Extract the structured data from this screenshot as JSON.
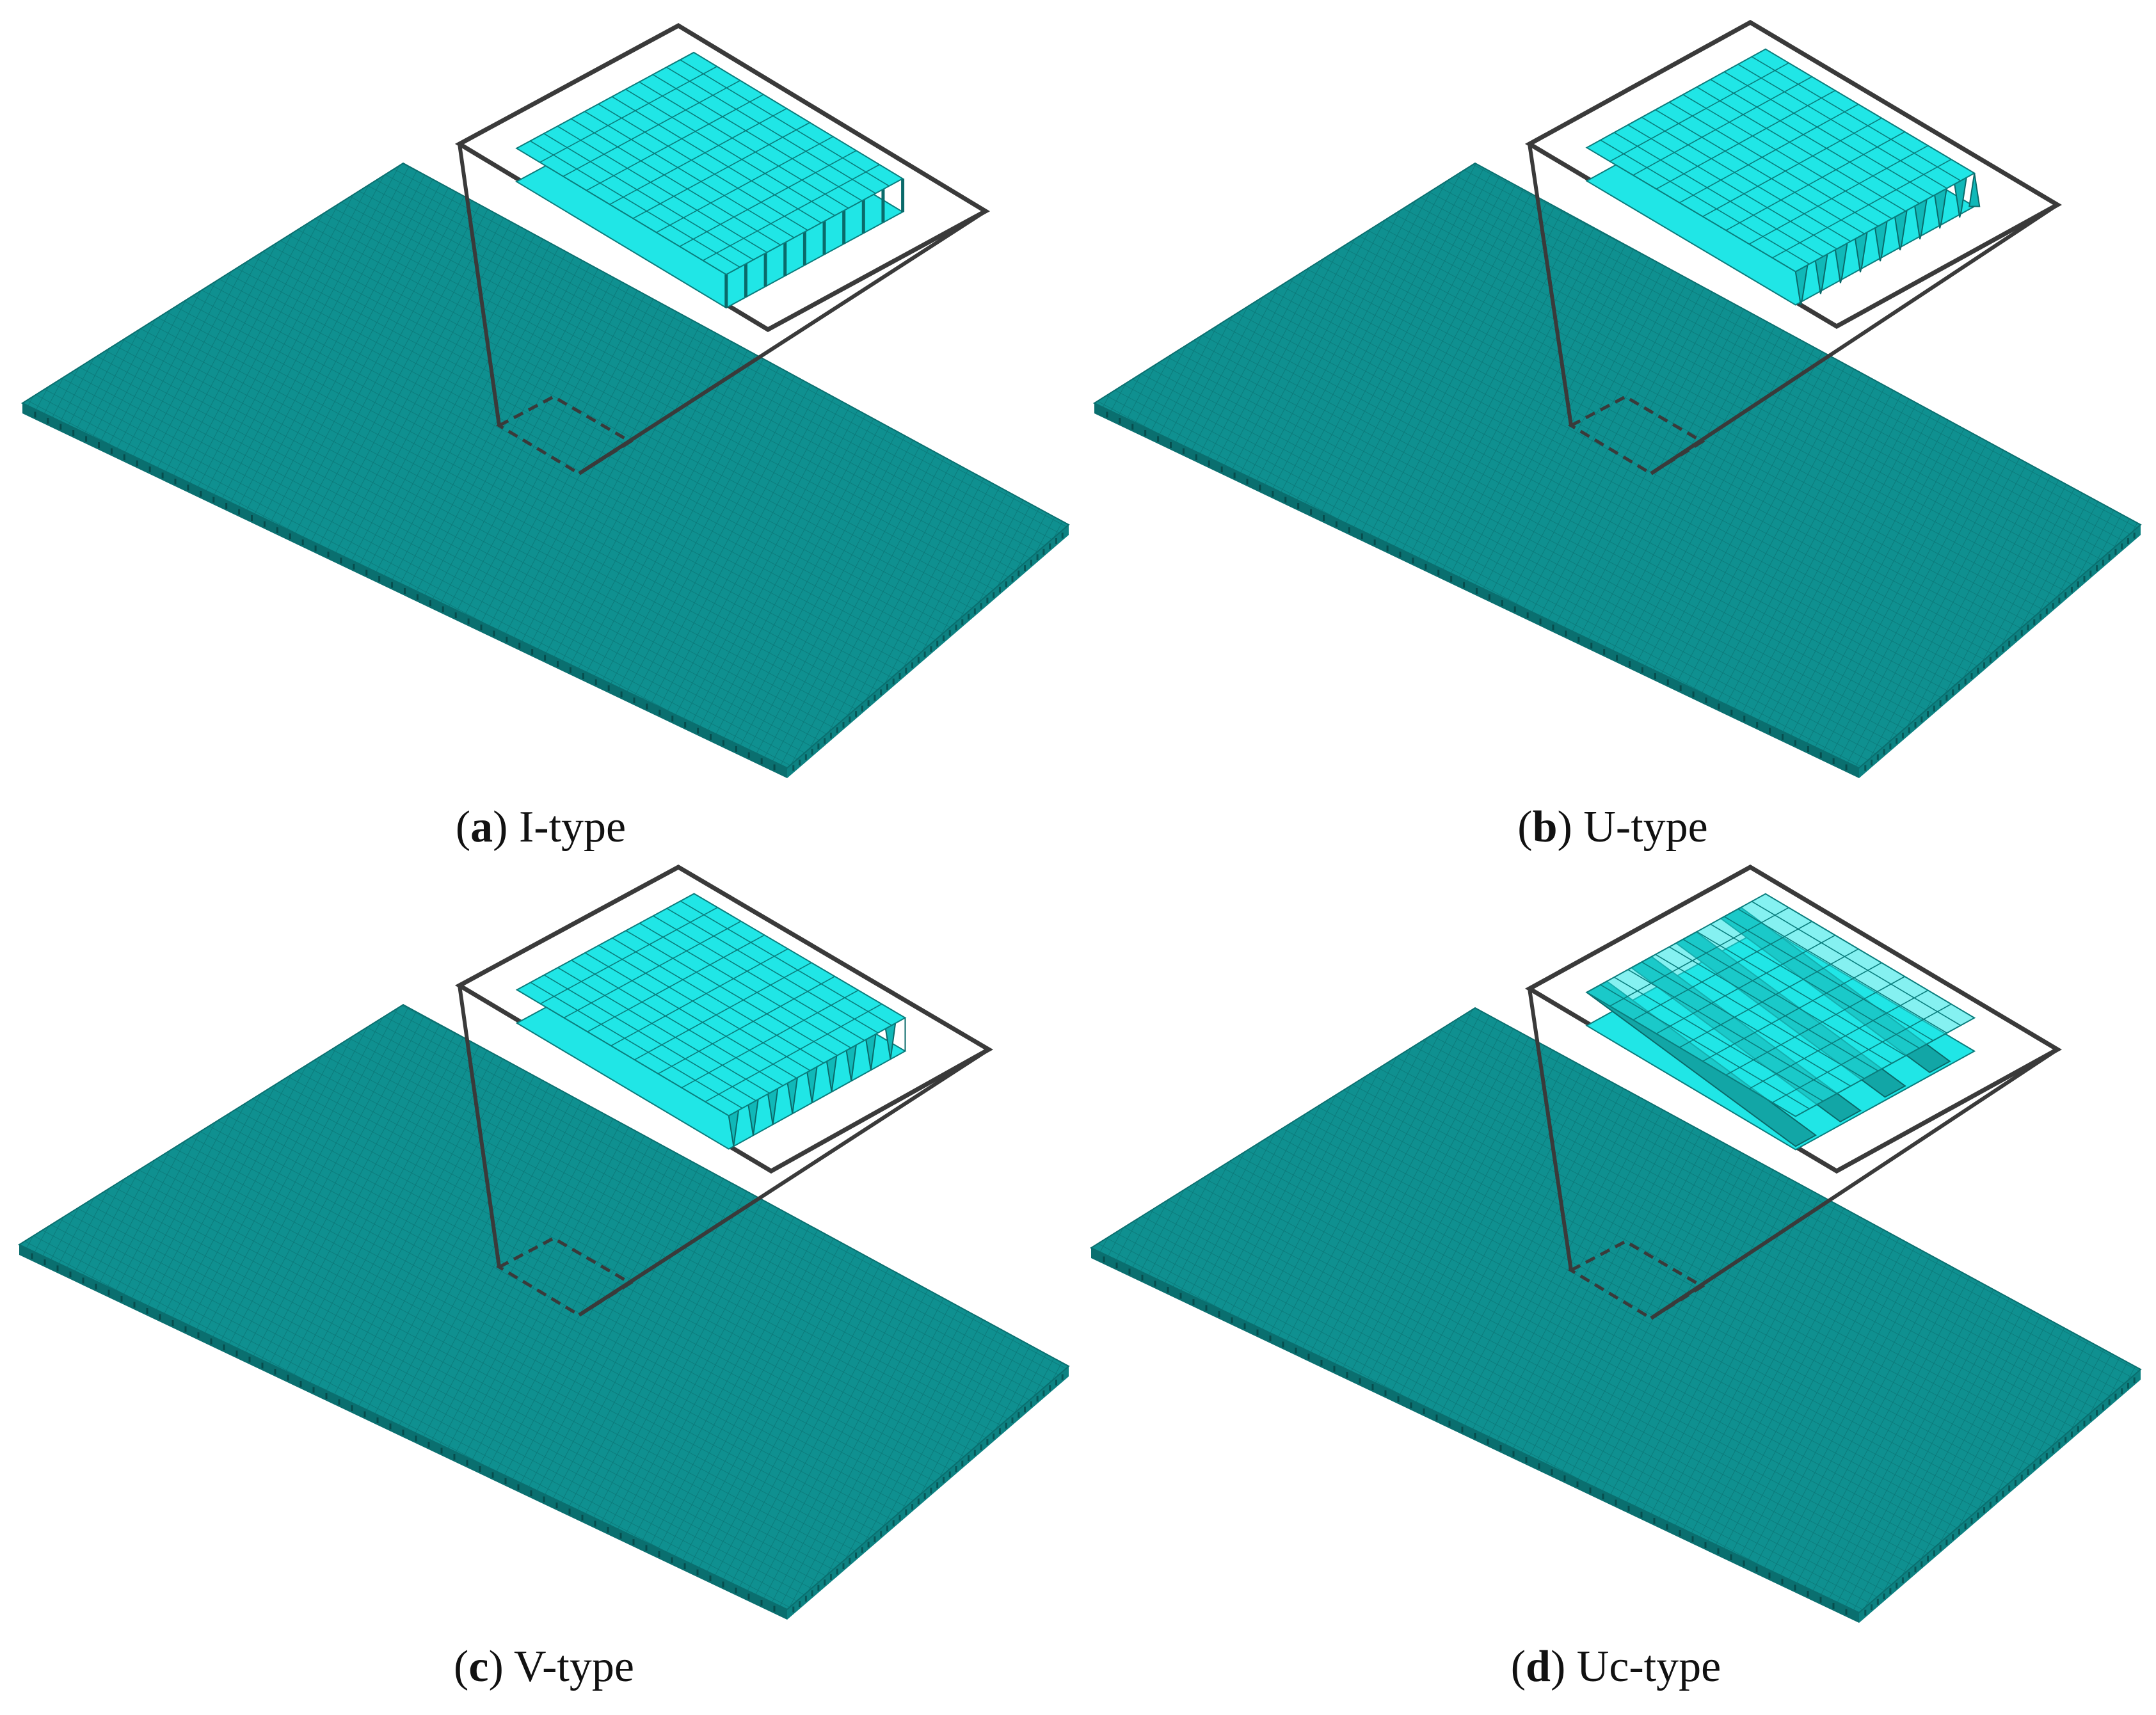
{
  "figure": {
    "panels": [
      {
        "id": "a",
        "letter": "a",
        "label": "I-type",
        "core": "I"
      },
      {
        "id": "b",
        "letter": "b",
        "label": "U-type",
        "core": "U"
      },
      {
        "id": "c",
        "letter": "c",
        "label": "V-type",
        "core": "V"
      },
      {
        "id": "d",
        "letter": "d",
        "label": "Uc-type",
        "core": "Uc"
      }
    ]
  },
  "colors": {
    "plate": "#0f9090",
    "plate_edge": "#0a6f6f",
    "inset_face": "#20e6e6",
    "inset_grid": "#0a7d7d",
    "core": "#10b8b8",
    "frame": "#3a3a3a"
  }
}
